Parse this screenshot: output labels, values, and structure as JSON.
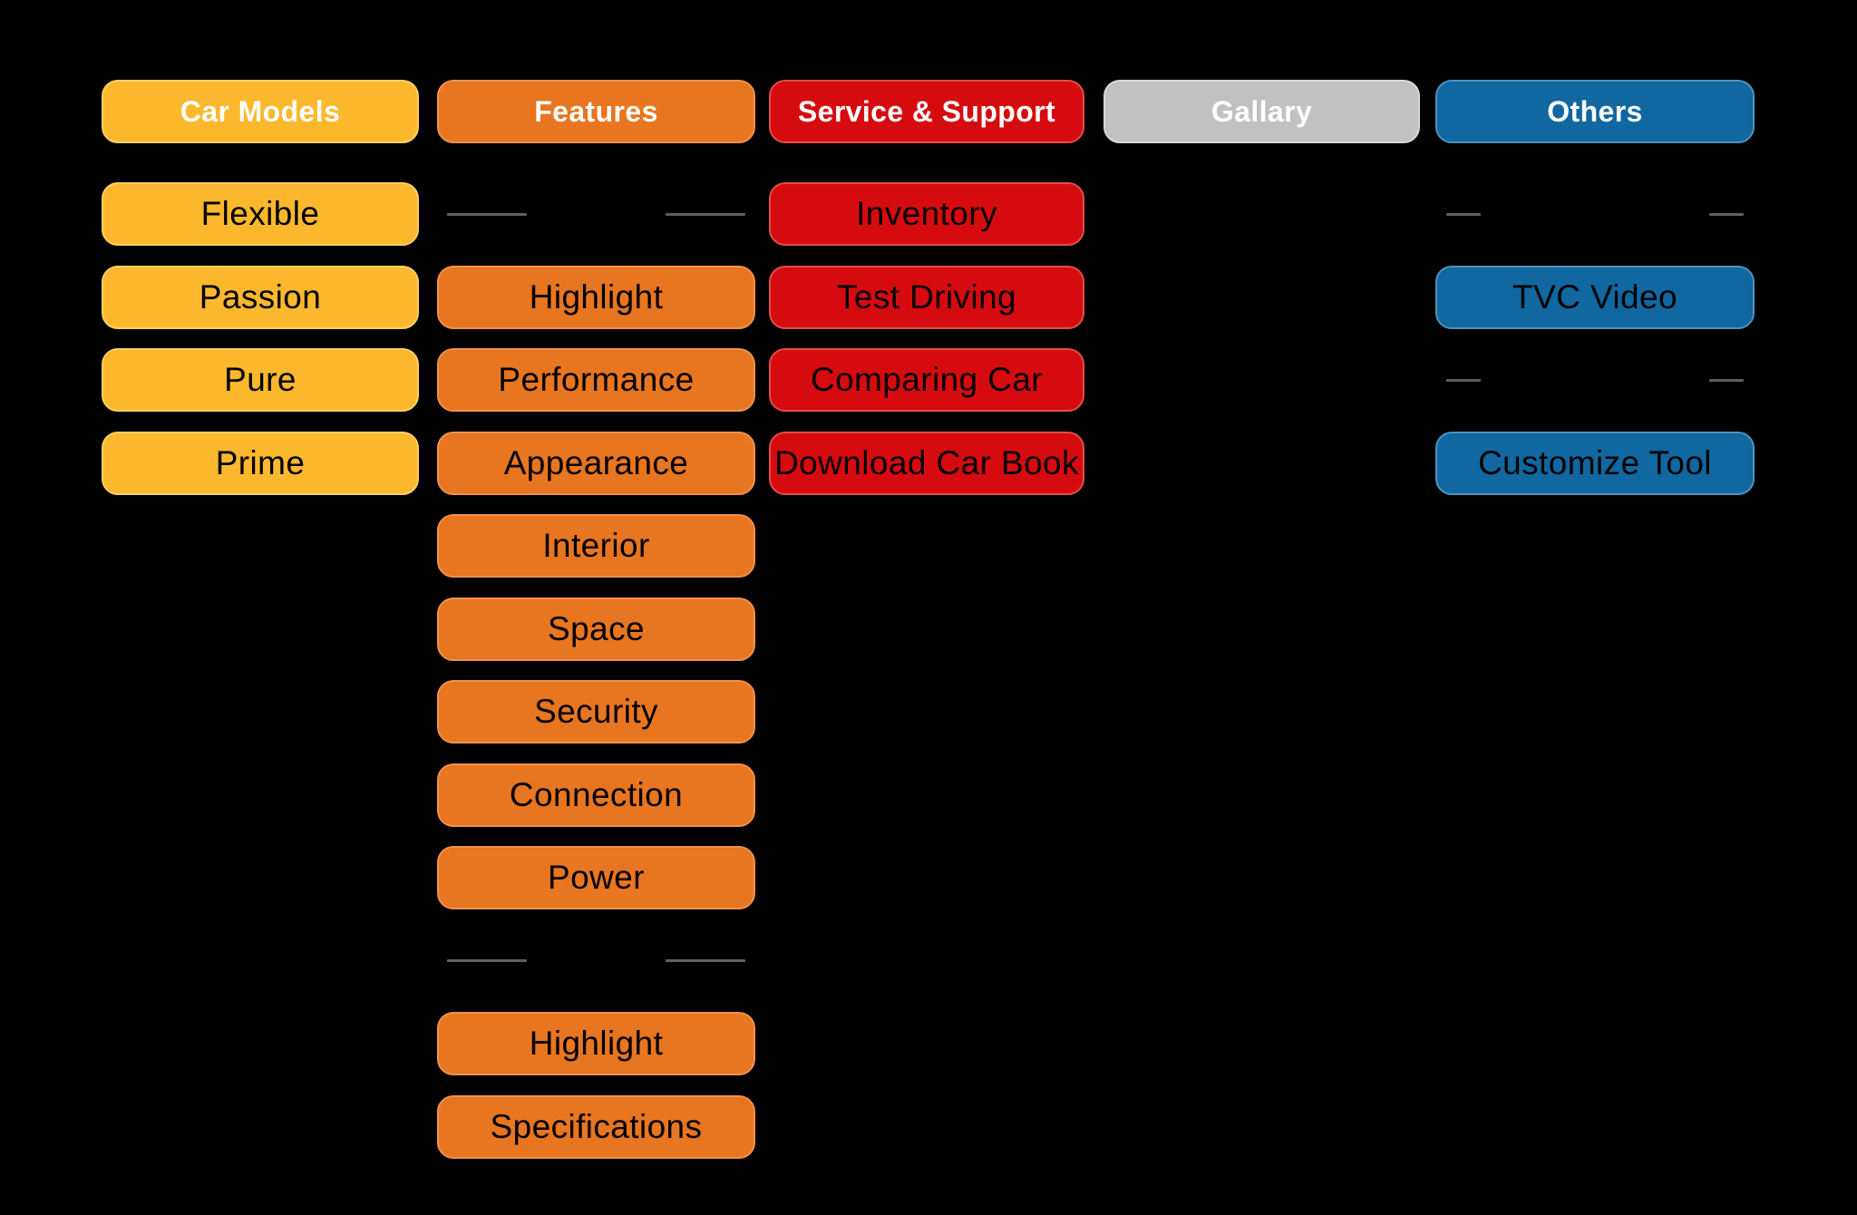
{
  "diagram": {
    "background_color": "#000000",
    "dash_color": "#5F5F5F",
    "header_text_color": "#FFFFFF",
    "item_text_color": "#000000",
    "columns": [
      {
        "id": "car-models",
        "header": {
          "label": "Car Models"
        },
        "colors": {
          "fill": "#FCB82D",
          "border": "#FDCF62"
        },
        "rows": [
          {
            "row": 1,
            "type": "item",
            "label": "Flexible"
          },
          {
            "row": 2,
            "type": "item",
            "label": "Passion"
          },
          {
            "row": 3,
            "type": "item",
            "label": "Pure"
          },
          {
            "row": 4,
            "type": "item",
            "label": "Prime"
          }
        ]
      },
      {
        "id": "features",
        "header": {
          "label": "Features"
        },
        "colors": {
          "fill": "#E87520",
          "border": "#F0924A"
        },
        "dash_style": "long",
        "rows": [
          {
            "row": 1,
            "type": "dash"
          },
          {
            "row": 2,
            "type": "item",
            "label": "Highlight"
          },
          {
            "row": 3,
            "type": "item",
            "label": "Performance"
          },
          {
            "row": 4,
            "type": "item",
            "label": "Appearance"
          },
          {
            "row": 5,
            "type": "item",
            "label": "Interior"
          },
          {
            "row": 6,
            "type": "item",
            "label": "Space"
          },
          {
            "row": 7,
            "type": "item",
            "label": "Security"
          },
          {
            "row": 8,
            "type": "item",
            "label": "Connection"
          },
          {
            "row": 9,
            "type": "item",
            "label": "Power"
          },
          {
            "row": 10,
            "type": "dash"
          },
          {
            "row": 11,
            "type": "item",
            "label": "Highlight"
          },
          {
            "row": 12,
            "type": "item",
            "label": "Specifications"
          }
        ]
      },
      {
        "id": "service-support",
        "header": {
          "label": "Service & Support"
        },
        "colors": {
          "fill": "#D60B10",
          "border": "#E14F45"
        },
        "rows": [
          {
            "row": 1,
            "type": "item",
            "label": "Inventory"
          },
          {
            "row": 2,
            "type": "item",
            "label": "Test Driving"
          },
          {
            "row": 3,
            "type": "item",
            "label": "Comparing Car"
          },
          {
            "row": 4,
            "type": "item",
            "label": "Download Car Book"
          }
        ]
      },
      {
        "id": "gallary",
        "header": {
          "label": "Gallary"
        },
        "colors": {
          "fill": "#C1C1C1",
          "border": "#D9D9D9"
        },
        "rows": []
      },
      {
        "id": "others",
        "header": {
          "label": "Others"
        },
        "colors": {
          "fill": "#1167A0",
          "border": "#4D92BF"
        },
        "dash_style": "short",
        "rows": [
          {
            "row": 1,
            "type": "dash"
          },
          {
            "row": 2,
            "type": "item",
            "label": "TVC Video"
          },
          {
            "row": 3,
            "type": "dash"
          },
          {
            "row": 4,
            "type": "item",
            "label": "Customize Tool"
          }
        ]
      }
    ]
  }
}
